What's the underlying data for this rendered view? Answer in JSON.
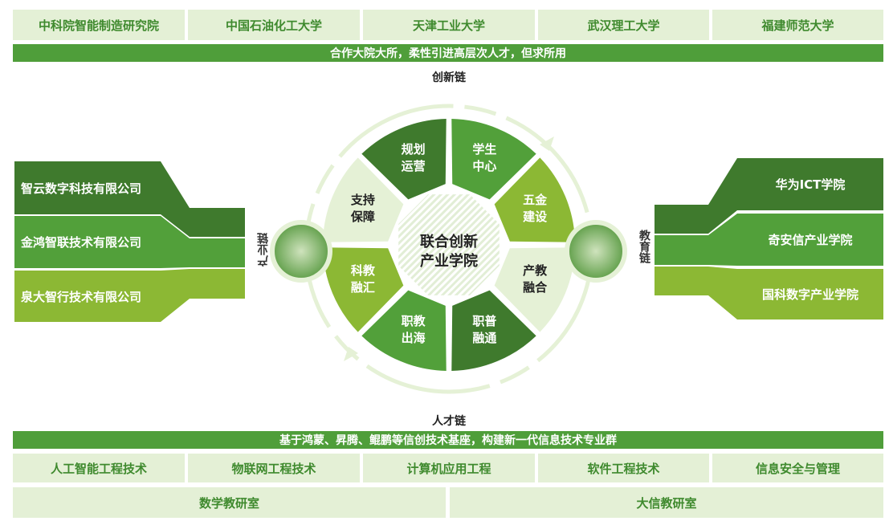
{
  "top_universities": [
    "中科院智能制造研究院",
    "中国石油化工大学",
    "天津工业大学",
    "武汉理工大学",
    "福建师范大学"
  ],
  "top_banner": "合作大院大所，柔性引进高层次人才，但求所用",
  "innovation_chain": "创新链",
  "talent_chain": "人才链",
  "industry_chain": "产业链",
  "education_chain": "教育链",
  "companies": [
    "智云数字科技有限公司",
    "金鸿智联技术有限公司",
    "泉大智行技术有限公司"
  ],
  "colleges": [
    "华为ICT学院",
    "奇安信产业学院",
    "国科数字产业学院"
  ],
  "center": {
    "line1": "联合创新",
    "line2": "产业学院"
  },
  "segments": [
    {
      "l1": "规划",
      "l2": "运营",
      "tone": "dark"
    },
    {
      "l1": "学生",
      "l2": "中心",
      "tone": "mid"
    },
    {
      "l1": "五金",
      "l2": "建设",
      "tone": "olive"
    },
    {
      "l1": "产教",
      "l2": "融合",
      "tone": "pale"
    },
    {
      "l1": "职普",
      "l2": "融通",
      "tone": "dark"
    },
    {
      "l1": "职教",
      "l2": "出海",
      "tone": "mid"
    },
    {
      "l1": "科教",
      "l2": "融汇",
      "tone": "olive"
    },
    {
      "l1": "支持",
      "l2": "保障",
      "tone": "pale"
    }
  ],
  "bottom_banner": "基于鸿蒙、昇腾、鲲鹏等信创技术基座，构建新一代信息技术专业群",
  "majors": [
    "人工智能工程技术",
    "物联网工程技术",
    "计算机应用工程",
    "软件工程技术",
    "信息安全与管理"
  ],
  "offices": [
    "数学教研室",
    "大信教研室"
  ],
  "colors": {
    "dark": "#3f7a2d",
    "mid": "#52a03a",
    "olive": "#8cb834",
    "pale": "#e5f1d6"
  }
}
